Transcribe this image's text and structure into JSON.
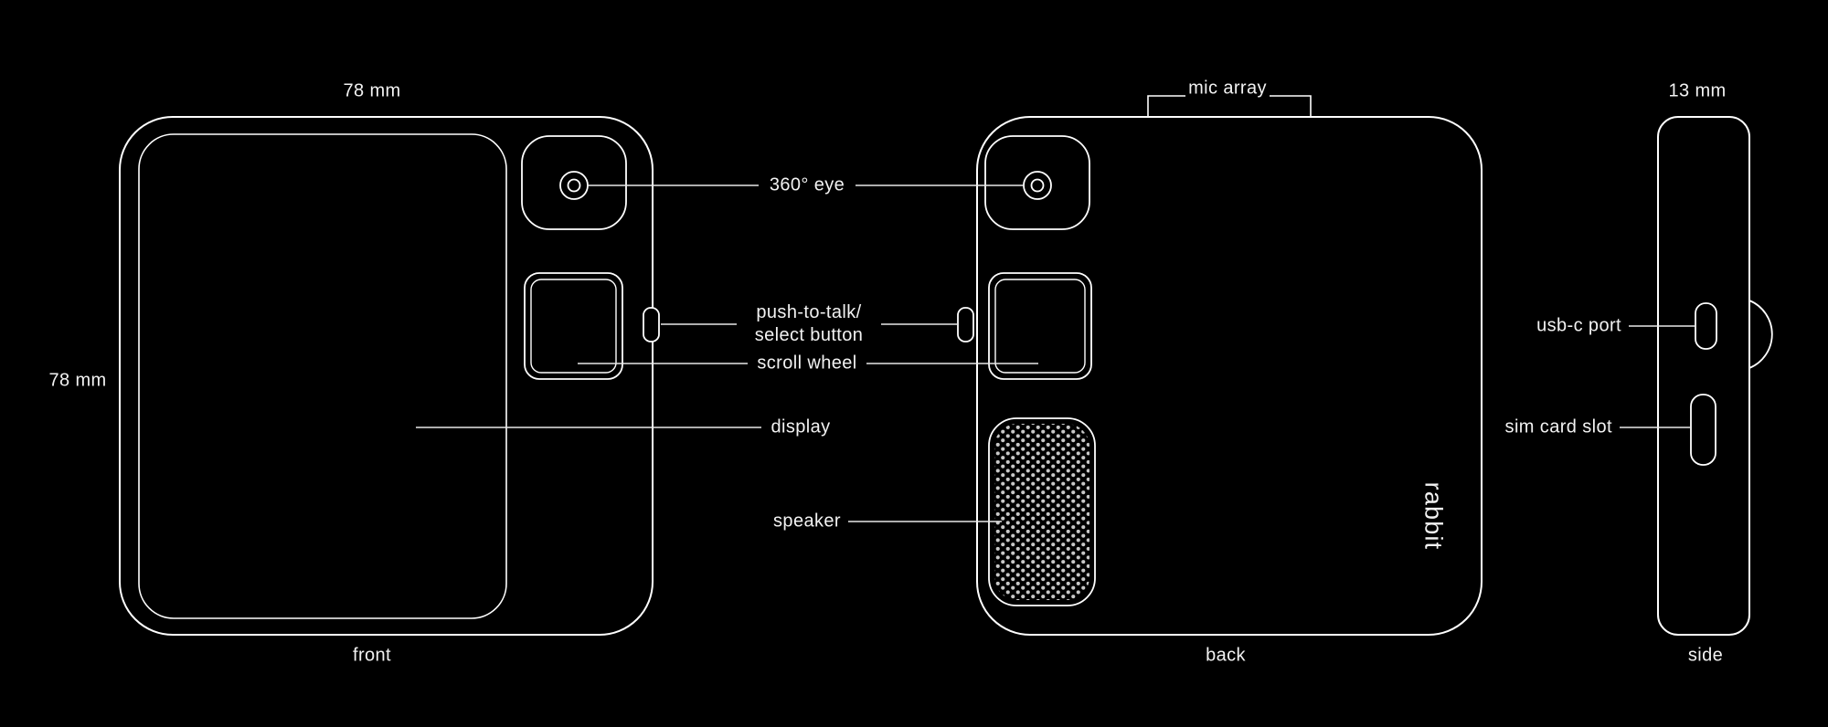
{
  "colors": {
    "background": "#000000",
    "line": "#ffffff",
    "text": "#f2f2f2",
    "mesh": "#c8c8c8"
  },
  "views": {
    "front": {
      "caption": "front",
      "width_label": "78 mm",
      "height_label": "78 mm"
    },
    "back": {
      "caption": "back",
      "brand": "rabbit",
      "mic_label": "mic array"
    },
    "side": {
      "caption": "side",
      "width_label": "13 mm"
    }
  },
  "callouts": {
    "eye": "360° eye",
    "ptt_line1": "push-to-talk/",
    "ptt_line2": "select button",
    "scroll_wheel": "scroll wheel",
    "display": "display",
    "speaker": "speaker",
    "usb_c_port": "usb-c port",
    "sim_card_slot": "sim card slot"
  }
}
